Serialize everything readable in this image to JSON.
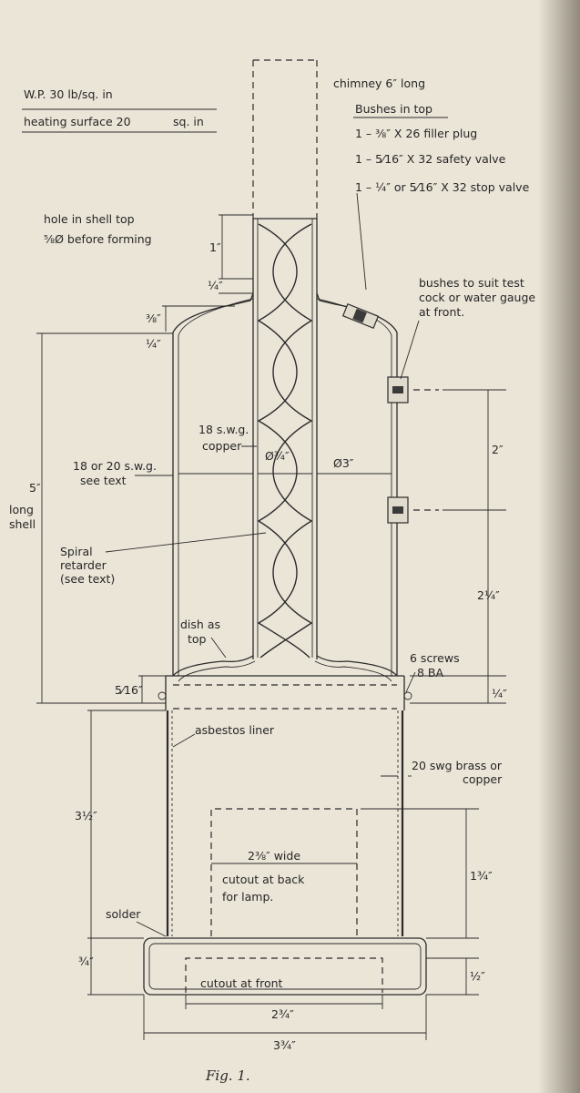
{
  "header": {
    "wp": "W.P. 30 lb/sq. in",
    "heating_surface": "heating surface 20",
    "heating_unit": "sq. in"
  },
  "labels": {
    "chimney": "chimney 6″ long",
    "bushes_title": "Bushes in top",
    "bush_1": "1 – ⅜″ X 26 filler plug",
    "bush_2": "1 – 5⁄16″ X 32 safety valve",
    "bush_3": "1 – ¼″ or 5⁄16″ X 32 stop valve",
    "hole_line1": "hole in shell top",
    "hole_line2": "⅝Ø before forming",
    "bushes_suit_line1": "bushes to suit test",
    "bushes_suit_line2": "cock or water gauge",
    "bushes_suit_line3": "at front.",
    "swg18_line1": "18 s.w.g.",
    "swg18_line2": "copper",
    "swg1820_line1": "18 or 20 s.w.g.",
    "swg1820_line2": "see text",
    "shell_line1": "long",
    "shell_line2": "shell",
    "spiral_line1": "Spiral",
    "spiral_line2": "retarder",
    "spiral_line3": "(see text)",
    "dish_line1": "dish as",
    "dish_line2": "top",
    "screws_line1": "6 screws",
    "screws_line2": "8 BA",
    "asbestos": "asbestos liner",
    "brass_line1": "20 swg brass or",
    "brass_line2": "copper",
    "cutout_width": "2⅜″ wide",
    "cutout_back_line1": "cutout at back",
    "cutout_back_line2": "for lamp.",
    "solder": "solder",
    "cutout_front": "cutout at front",
    "caption": "Fig. 1."
  },
  "dims": {
    "d_1in": "1″",
    "d_quarter_top": "¼″",
    "d_3_8": "⅜″",
    "d_quarter_shell": "¼″",
    "d_5": "5″",
    "d_flue": "Ø¾″",
    "d_shell": "Ø3″",
    "d_2": "2″",
    "d_2_quarter": "2¼″",
    "d_5_16": "5⁄16″",
    "d_quarter_band": "¼″",
    "d_3_half": "3½″",
    "d_1_3_4": "1¾″",
    "d_3_4": "¾″",
    "d_half": "½″",
    "d_2_3_4": "2¾″",
    "d_3_3_4": "3¾″"
  }
}
